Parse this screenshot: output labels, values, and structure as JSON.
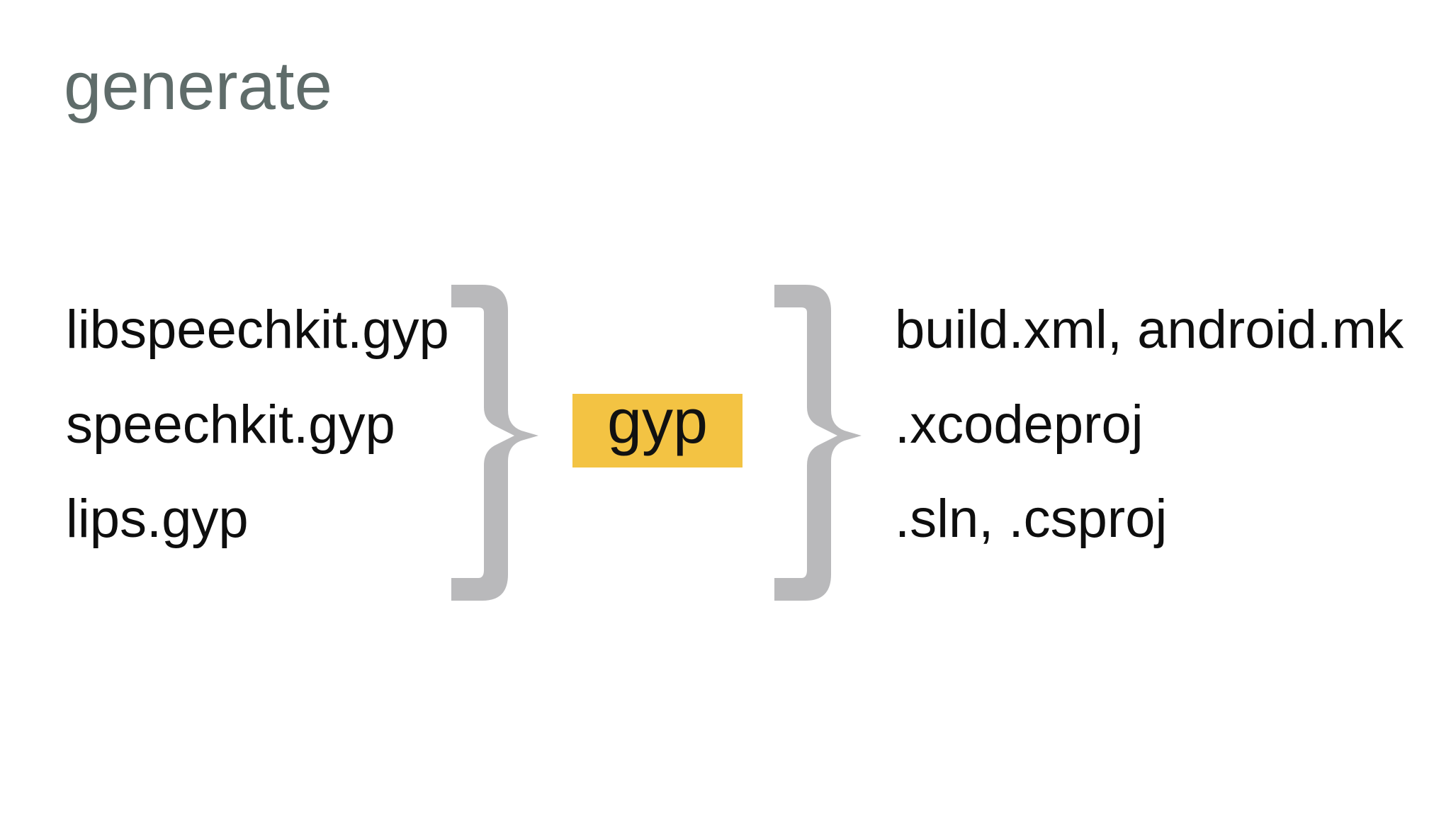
{
  "slide": {
    "title": "generate",
    "inputs": [
      "libspeechkit.gyp",
      "speechkit.gyp",
      "lips.gyp"
    ],
    "tool": {
      "label": "gyp"
    },
    "outputs": [
      "build.xml, android.mk",
      ".xcodeproj",
      ".sln, .csproj"
    ],
    "colors": {
      "background": "#ffffff",
      "title": "#5f6c6a",
      "text": "#0e0e0e",
      "brace": "#b9b9bb",
      "tool_background": "#f3c343",
      "tool_text": "#111111"
    }
  }
}
